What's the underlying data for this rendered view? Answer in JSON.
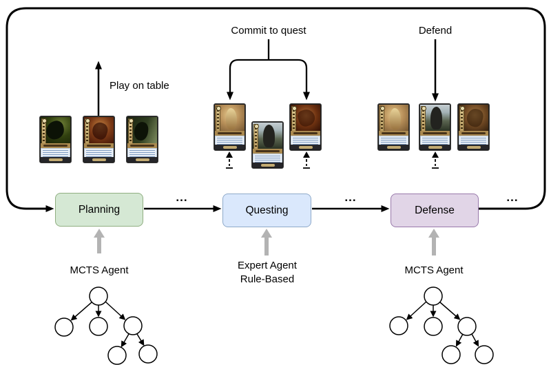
{
  "actions": {
    "play_on_table": "Play on table",
    "commit_to_quest": "Commit to quest",
    "defend": "Defend"
  },
  "ellipsis": "...",
  "phases": [
    {
      "label": "Planning",
      "fill": "#d5e8d4",
      "border": "#8fae80",
      "agent_lines": [
        "MCTS Agent"
      ],
      "has_search_tree": true
    },
    {
      "label": "Questing",
      "fill": "#dae8fc",
      "border": "#8ea9c9",
      "agent_lines": [
        "Expert Agent",
        "Rule-Based"
      ],
      "has_search_tree": false
    },
    {
      "label": "Defense",
      "fill": "#e1d5e7",
      "border": "#9878aa",
      "agent_lines": [
        "MCTS Agent"
      ],
      "has_search_tree": true
    }
  ],
  "card_groups": [
    {
      "name": "planning-hand",
      "cards": [
        {
          "art": "dark-green-bird"
        },
        {
          "art": "red-brown-figures"
        },
        {
          "art": "green-forest"
        }
      ]
    },
    {
      "name": "questing-committed",
      "cards": [
        {
          "art": "golden-hero"
        },
        {
          "art": "mountain-figure"
        },
        {
          "art": "red-creature"
        }
      ]
    },
    {
      "name": "defense-row",
      "cards": [
        {
          "art": "golden-hero"
        },
        {
          "art": "mountain-figure"
        },
        {
          "art": "brown-creature"
        }
      ]
    }
  ],
  "colors": {
    "solid_arrow": "#000000",
    "gray_arrow": "#b3b3b3",
    "tree_node_fill": "#ffffff"
  }
}
